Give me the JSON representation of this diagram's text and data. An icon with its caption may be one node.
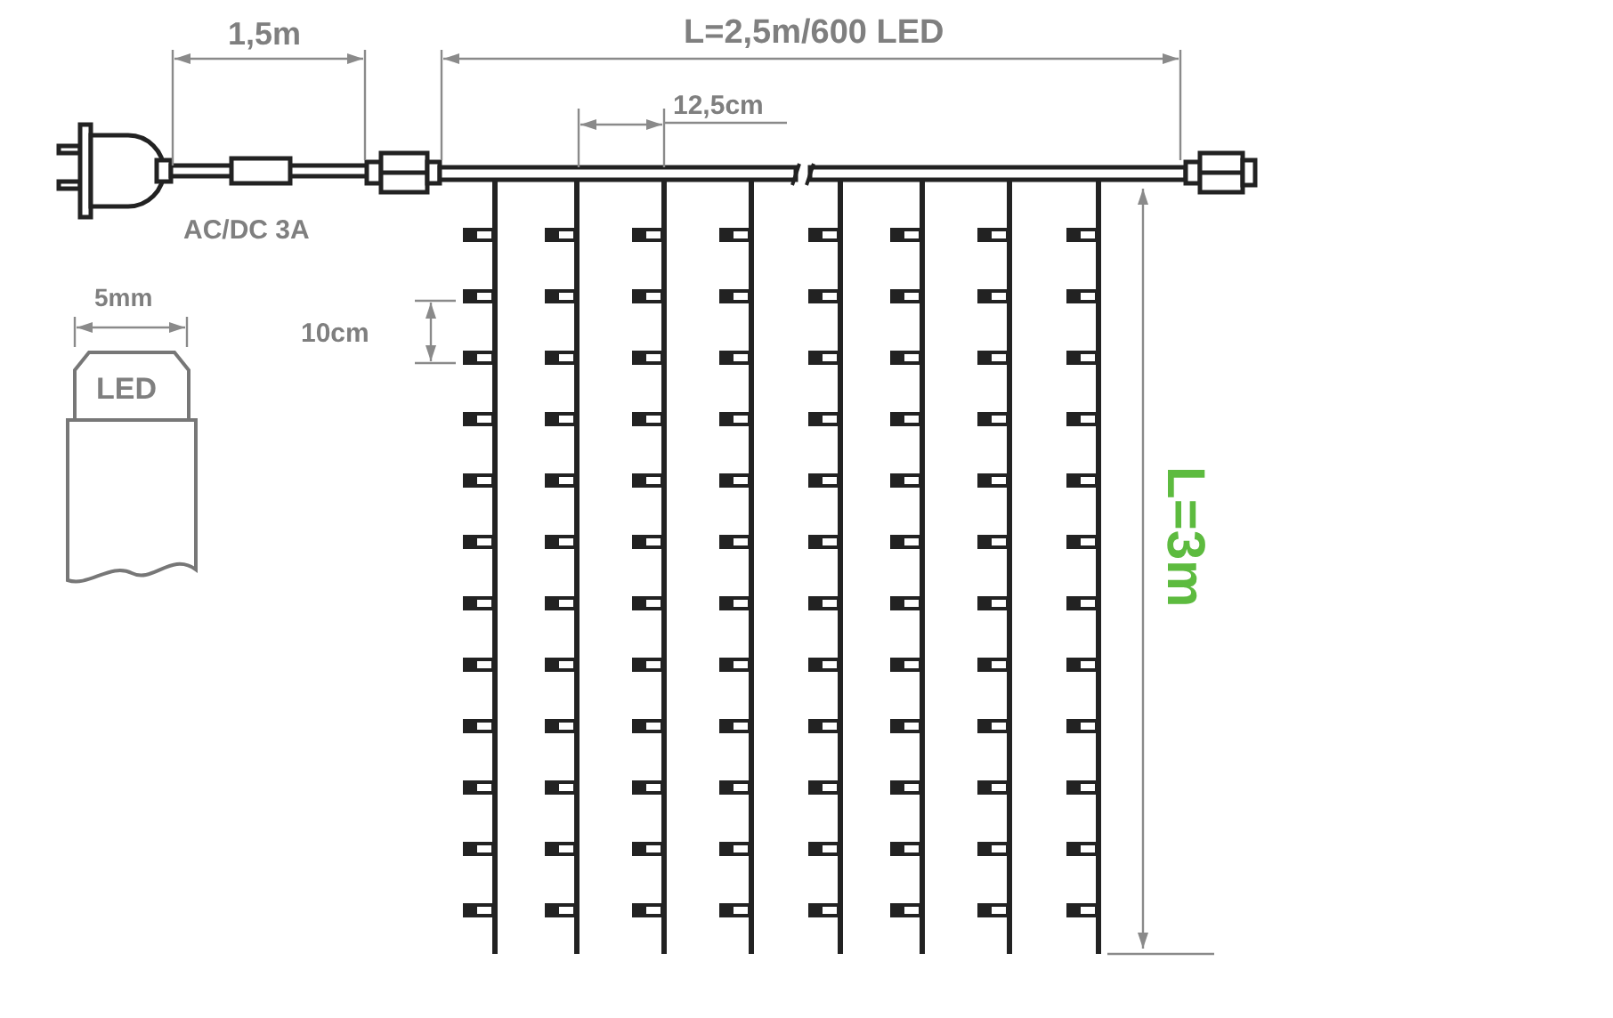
{
  "diagram": {
    "nodes": [
      {
        "text": [
          "LED"
        ]
      }
    ],
    "labels": [
      "1,5m",
      "L=2,5m/600 LED",
      "12,5cm",
      "AC/DC 3A",
      "5mm",
      "10cm",
      "L=3m"
    ]
  }
}
